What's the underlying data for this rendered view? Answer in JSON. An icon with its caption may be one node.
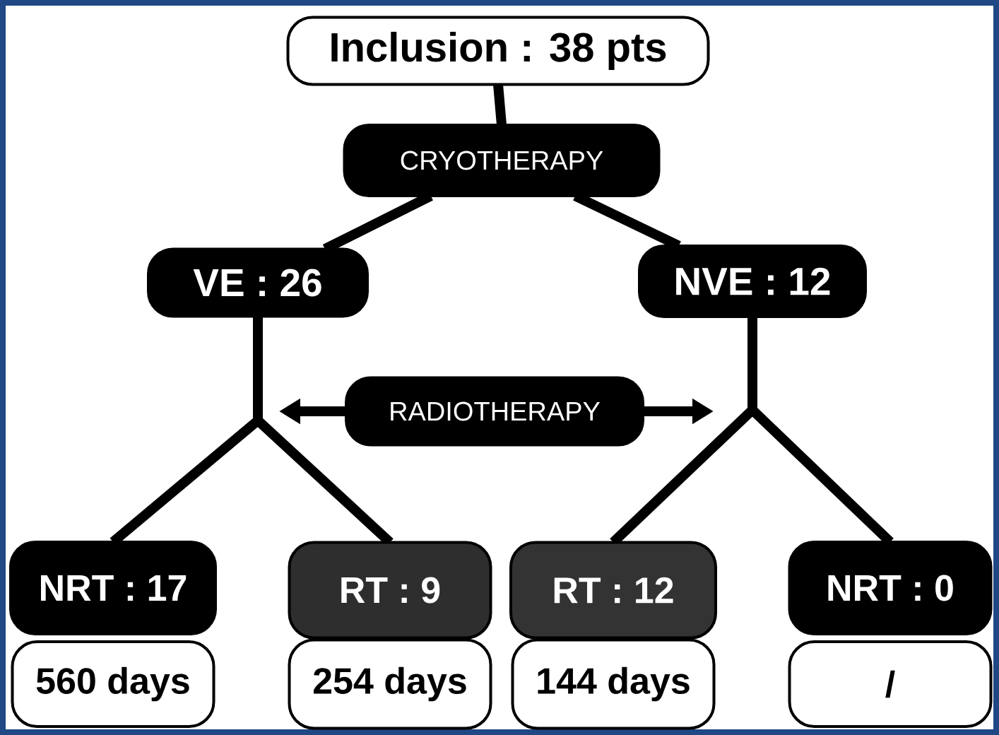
{
  "diagram": {
    "nodes": [
      {
        "text": [
          "Inclusion : 38 pts"
        ]
      },
      {
        "text": [
          "CRYOTHERAPY"
        ]
      },
      {
        "text": [
          "VE : 26"
        ]
      },
      {
        "text": [
          "NVE : 12"
        ]
      },
      {
        "text": [
          "RADIOTHERAPY"
        ]
      },
      {
        "text": [
          "NRT : 17"
        ]
      },
      {
        "text": [
          "RT : 9"
        ]
      },
      {
        "text": [
          "RT : 12"
        ]
      },
      {
        "text": [
          "NRT : 0"
        ]
      },
      {
        "text": [
          "560 days"
        ]
      },
      {
        "text": [
          "254 days"
        ]
      },
      {
        "text": [
          "144 days"
        ]
      },
      {
        "text": [
          "/"
        ]
      }
    ],
    "edges": [
      {
        "from": 0,
        "to": 1,
        "arrow": "none"
      },
      {
        "from": 1,
        "to": 2,
        "arrow": "none"
      },
      {
        "from": 1,
        "to": 3,
        "arrow": "none"
      },
      {
        "from": 2,
        "to": 5,
        "arrow": "none"
      },
      {
        "from": 2,
        "to": 6,
        "arrow": "none"
      },
      {
        "from": 3,
        "to": 7,
        "arrow": "none"
      },
      {
        "from": 3,
        "to": 8,
        "arrow": "none"
      },
      {
        "from": 4,
        "to": null,
        "arrow": "to"
      },
      {
        "from": 4,
        "to": null,
        "arrow": "to"
      }
    ]
  }
}
